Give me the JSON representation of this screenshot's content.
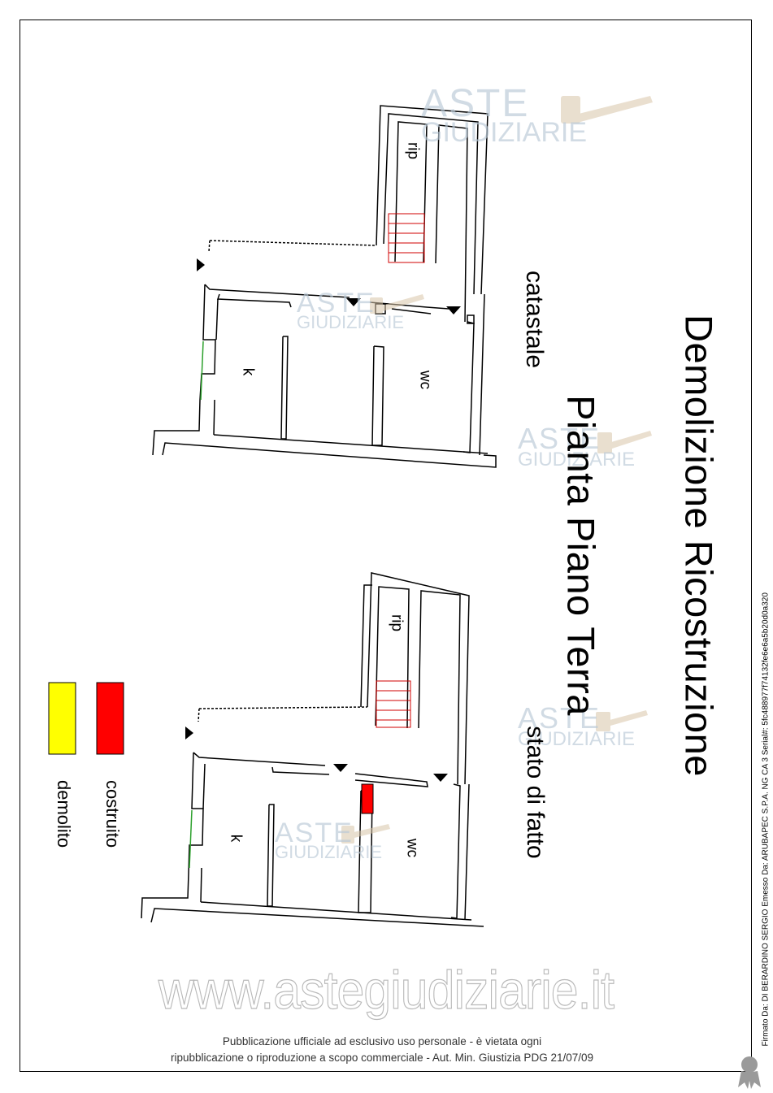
{
  "title": {
    "line1": "Demolizione Ricostruzione",
    "line2": "Pianta Piano Terra"
  },
  "plans": [
    {
      "label": "catastale",
      "rooms": {
        "kitchen": "k",
        "bath": "wc",
        "storage": "rip"
      }
    },
    {
      "label": "stato di fatto",
      "rooms": {
        "kitchen": "k",
        "bath": "wc",
        "storage": "rip"
      }
    }
  ],
  "legend": [
    {
      "label": "costruito",
      "color": "#ff0000"
    },
    {
      "label": "demolito",
      "color": "#ffff00"
    }
  ],
  "watermark": {
    "top": "ASTE",
    "bottom": "GIUDIZIARIE",
    "site": "www.astegiudiziarie.it"
  },
  "footer": {
    "line1": "Pubblicazione ufficiale ad esclusivo uso personale - è vietata ogni",
    "line2": "ripubblicazione o riproduzione a scopo commerciale - Aut. Min. Giustizia PDG 21/07/09"
  },
  "signature": "Firmato Da: DI BERARDINO SERGIO Emesso Da: ARUBAPEC S.P.A. NG CA 3 Serial#: 5fc488977f74132fe6e6a5b20d0a320"
}
